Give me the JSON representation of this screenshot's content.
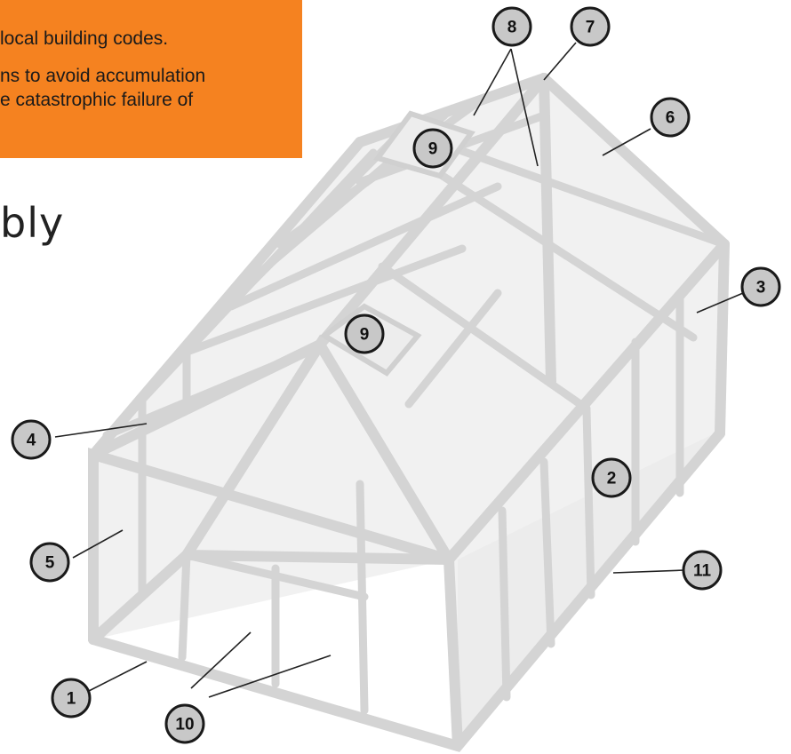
{
  "warning": {
    "lines": [
      "local building codes.",
      "ns to avoid accumulation",
      "e catastrophic failure of"
    ],
    "color": "#f58220"
  },
  "heading": "bly",
  "callouts": [
    {
      "number": "1",
      "part": "base"
    },
    {
      "number": "2",
      "part": "side-wall"
    },
    {
      "number": "3",
      "part": "side-wall-panel"
    },
    {
      "number": "4",
      "part": "roof-edge"
    },
    {
      "number": "5",
      "part": "end-wall-panel"
    },
    {
      "number": "6",
      "part": "roof-panel"
    },
    {
      "number": "7",
      "part": "ridge"
    },
    {
      "number": "8",
      "part": "roof-bars"
    },
    {
      "number": "9",
      "part": "roof-vent"
    },
    {
      "number": "10",
      "part": "door"
    },
    {
      "number": "11",
      "part": "side-base"
    }
  ]
}
